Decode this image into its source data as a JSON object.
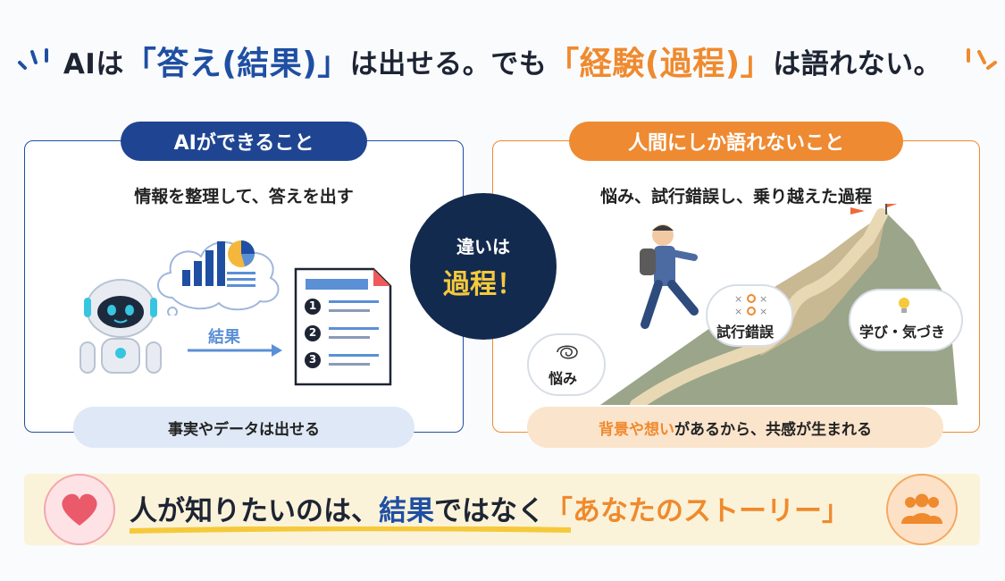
{
  "header": {
    "part1": "AIは",
    "part2": "「答え(結果)」",
    "part3": "は出せる。でも",
    "part4": "「経験(過程)」",
    "part5": "は語れない。"
  },
  "left_panel": {
    "pill": "AIができること",
    "subhead": "情報を整理して、答えを出す",
    "arrow_label": "結果",
    "list_numbers": [
      "1",
      "2",
      "3"
    ],
    "bottom": "事実やデータは出せる"
  },
  "center_badge": {
    "line1": "違いは",
    "line2": "過程！"
  },
  "right_panel": {
    "pill": "人間にしか語れないこと",
    "subhead": "悩み、試行錯誤し、乗り越えた過程",
    "bubble_worry": "悩み",
    "bubble_trial": "試行錯誤",
    "bubble_learn": "学び・気づき",
    "bottom_highlight": "背景や想い",
    "bottom_rest": "があるから、共感が生まれる"
  },
  "footer": {
    "part1": "人が知りたいのは、",
    "part2": "結果",
    "part3": "ではなく",
    "part4": "「あなたのストーリー」"
  },
  "colors": {
    "navy": "#1f4592",
    "blue": "#1f4fa3",
    "orange": "#ef8a2e",
    "badge": "#132a4f",
    "yellow": "#f5c93b"
  },
  "icons": [
    "robot-icon",
    "bar-chart-icon",
    "pie-chart-icon",
    "document-icon",
    "mountain-climber-icon",
    "flag-icon",
    "lightbulb-icon",
    "heart-icon",
    "people-icon"
  ]
}
